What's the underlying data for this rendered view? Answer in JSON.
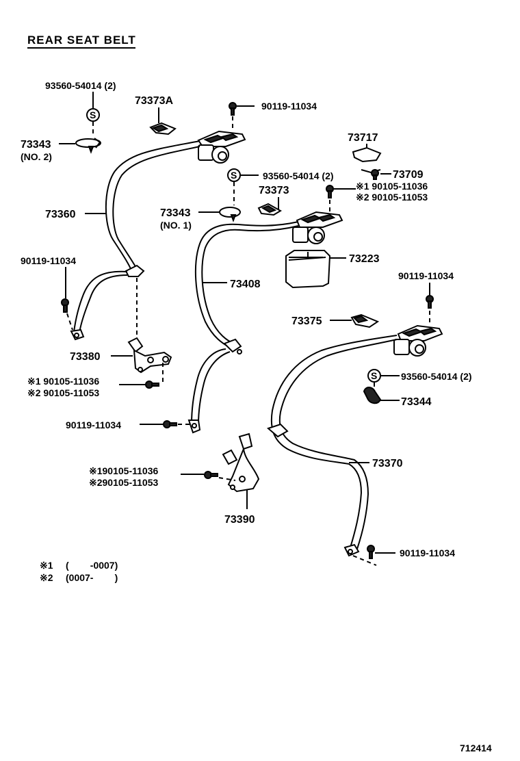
{
  "title": "REAR SEAT BELT",
  "illustration_number": "712414",
  "parts": {
    "p_93560_tl": "93560-54014 (2)",
    "p_73373A": "73373A",
    "p_90119_top": "90119-11034",
    "p_73343_no2": "73343",
    "p_73343_no2_sub": "(NO. 2)",
    "p_73717": "73717",
    "p_93560_mid": "93560-54014 (2)",
    "p_73709": "73709",
    "p_73373": "73373",
    "p_90105_a1": "※1 90105-11036",
    "p_90105_a2": "※2 90105-11053",
    "p_73360": "73360",
    "p_73343_no1": "73343",
    "p_73343_no1_sub": "(NO. 1)",
    "p_73223": "73223",
    "p_90119_left": "90119-11034",
    "p_73408": "73408",
    "p_90119_right": "90119-11034",
    "p_73375": "73375",
    "p_73380": "73380",
    "p_90105_b1": "※1 90105-11036",
    "p_90105_b2": "※2 90105-11053",
    "p_93560_right": "93560-54014 (2)",
    "p_73344": "73344",
    "p_90119_mid": "90119-11034",
    "p_73370": "73370",
    "p_90105_c1": "※190105-11036",
    "p_90105_c2": "※290105-11053",
    "p_73390": "73390",
    "p_90119_bottom": "90119-11034",
    "s_symbol": "S"
  },
  "notes": [
    {
      "mark": "※1",
      "range": "(        -0007)"
    },
    {
      "mark": "※2",
      "range": "(0007-        )"
    }
  ]
}
